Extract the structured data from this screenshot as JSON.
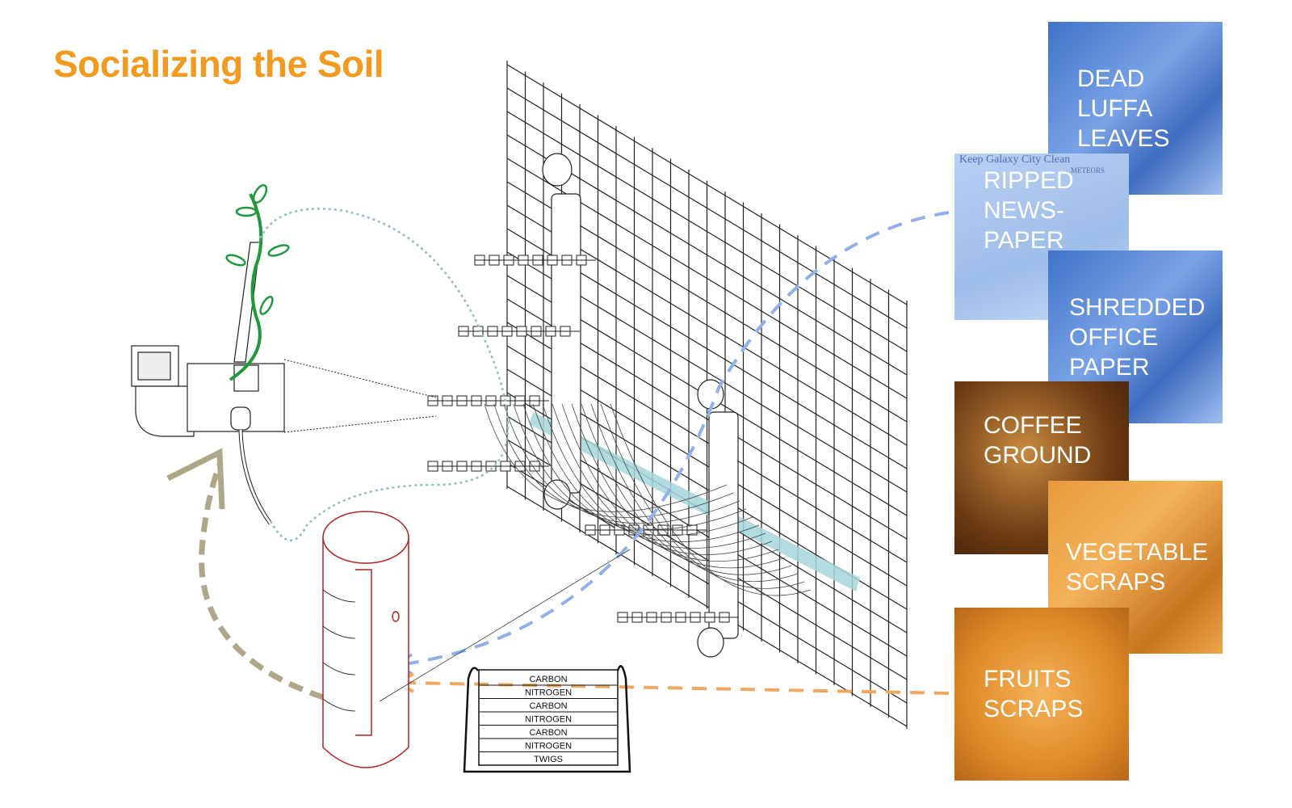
{
  "title": "Socializing the Soil",
  "materials": [
    {
      "label_lines": [
        "DEAD",
        "LUFFA",
        "LEAVES"
      ],
      "tone": "#4a7bd0"
    },
    {
      "label_lines": [
        "RIPPED",
        "NEWS-",
        "PAPER"
      ],
      "tone": "#a9c4ef",
      "newspaper_headline": "Keep Galaxy City Clean",
      "newspaper_section": "METEORS"
    },
    {
      "label_lines": [
        "SHREDDED",
        "OFFICE",
        "PAPER"
      ],
      "tone": "#4a7bd0"
    },
    {
      "label_lines": [
        "COFFEE",
        "GROUND"
      ],
      "tone": "#7a4518"
    },
    {
      "label_lines": [
        "VEGETABLE",
        "SCRAPS"
      ],
      "tone": "#e89a3a"
    },
    {
      "label_lines": [
        "FRUITS",
        "SCRAPS"
      ],
      "tone": "#e8922e"
    }
  ],
  "compost_layers": [
    "CARBON",
    "NITROGEN",
    "CARBON",
    "NITROGEN",
    "CARBON",
    "NITROGEN",
    "TWIGS"
  ],
  "colors": {
    "title": "#f39a1e",
    "blue_flow": "#8fb0ea",
    "orange_flow": "#f0a860",
    "return_flow": "#b0a68a",
    "water": "#9fd0d8",
    "plant": "#1f9a3a",
    "bin": "#b22222"
  }
}
